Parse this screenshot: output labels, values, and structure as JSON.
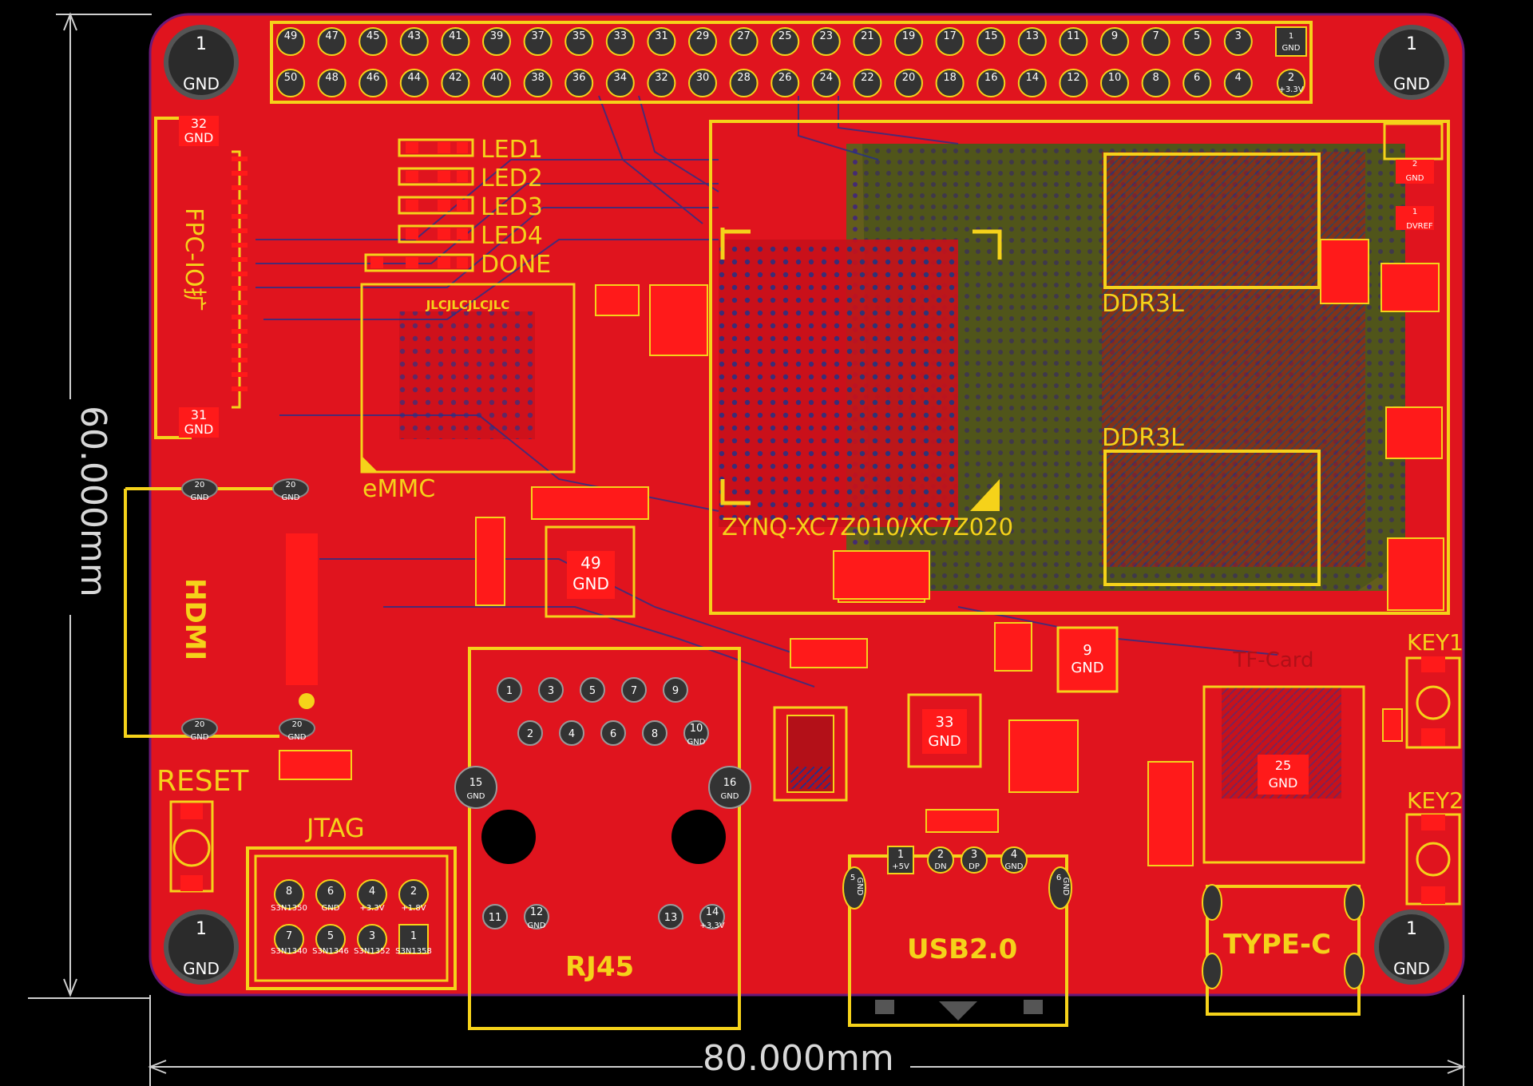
{
  "colors": {
    "background": "#000000",
    "board": "#e0141e",
    "silkscreen": "#f5d21a",
    "pad": "#ff1a1a",
    "pin_dark": "#333333",
    "trace_blue": "#26308a",
    "trace_green": "#4d6a1c",
    "dimension": "#cfcfcf"
  },
  "dimensions": {
    "height": "60.000mm",
    "width": "80.000mm"
  },
  "header": {
    "top_row": [
      "49",
      "47",
      "45",
      "43",
      "41",
      "39",
      "37",
      "35",
      "33",
      "31",
      "29",
      "27",
      "25",
      "23",
      "21",
      "19",
      "17",
      "15",
      "13",
      "11",
      "9",
      "7",
      "5",
      "3"
    ],
    "bottom_row": [
      "50",
      "48",
      "46",
      "44",
      "42",
      "40",
      "38",
      "36",
      "34",
      "32",
      "30",
      "28",
      "26",
      "24",
      "22",
      "20",
      "18",
      "16",
      "14",
      "12",
      "10",
      "8",
      "6",
      "4"
    ],
    "pin1_num": "1",
    "pin1_net": "GND",
    "pin2_num": "2",
    "pin2_net": "+3.3V"
  },
  "mount_holes": [
    {
      "num": "1",
      "net": "GND"
    },
    {
      "num": "1",
      "net": "GND"
    },
    {
      "num": "1",
      "net": "GND"
    },
    {
      "num": "1",
      "net": "GND"
    }
  ],
  "labels": {
    "fpc": "FPC-IO扩",
    "fpc_pin_top_num": "32",
    "fpc_pin_top_net": "GND",
    "fpc_pin_bot_num": "31",
    "fpc_pin_bot_net": "GND",
    "leds": [
      "LED1",
      "LED2",
      "LED3",
      "LED4",
      "DONE"
    ],
    "emmc_text": "JLCJLCJLCJLC",
    "emmc": "eMMC",
    "ddr_top": "DDR3L",
    "ddr_bottom": "DDR3L",
    "zynq": "ZYNQ-XC7Z010/XC7Z020",
    "hdmi": "HDMI",
    "hdmi_pad_num": "20",
    "hdmi_pad_net": "GND",
    "reset": "RESET",
    "jtag": "JTAG",
    "rj45": "RJ45",
    "usb": "USB2.0",
    "typec": "TYPE-C",
    "key1": "KEY1",
    "key2": "KEY2",
    "dvref": "DVREF",
    "phy_gnd_num": "49",
    "phy_gnd_net": "GND",
    "usb_phy_num": "33",
    "usb_phy_net": "GND",
    "pmic_num": "25",
    "pmic_net": "GND",
    "buck_num": "9",
    "buck_net": "GND",
    "tf_card": "TF-Card"
  },
  "jtag_pins": {
    "top": [
      {
        "num": "8",
        "net": "S3N1350"
      },
      {
        "num": "6",
        "net": "GND"
      },
      {
        "num": "4",
        "net": "+3.3V"
      },
      {
        "num": "2",
        "net": "+1.8V"
      }
    ],
    "bottom": [
      {
        "num": "7",
        "net": "S3N1340"
      },
      {
        "num": "5",
        "net": "S3N1346"
      },
      {
        "num": "3",
        "net": "S3N1352"
      },
      {
        "num": "1",
        "net": "S3N1358"
      }
    ]
  },
  "rj45_pins": {
    "row1": [
      "1",
      "3",
      "5",
      "7",
      "9"
    ],
    "row2": [
      "2",
      "4",
      "6",
      "8"
    ],
    "pin10_num": "10",
    "pin10_net": "GND",
    "shield_left_num": "15",
    "shield_left_net": "GND",
    "shield_right_num": "16",
    "shield_right_net": "GND",
    "led11": "11",
    "led12_num": "12",
    "led12_net": "GND",
    "led13": "13",
    "led14_num": "14",
    "led14_net": "+3.3V"
  },
  "usb_pins": [
    {
      "num": "1",
      "net": "+5V"
    },
    {
      "num": "2",
      "net": "DN"
    },
    {
      "num": "3",
      "net": "DP"
    },
    {
      "num": "4",
      "net": "GND"
    }
  ],
  "usb_side": {
    "left_num": "5",
    "left_net": "GND",
    "right_num": "6",
    "right_net": "GND"
  }
}
